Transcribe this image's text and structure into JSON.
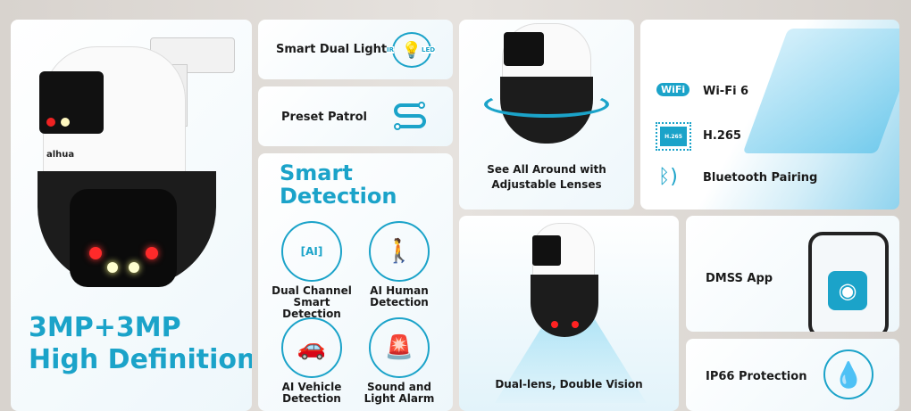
{
  "brand": "alhua",
  "hero": {
    "line1": "3MP+3MP",
    "line2": "High Definition"
  },
  "features": {
    "smart_dual_light": {
      "label": "Smart Dual Light",
      "ir": "IR",
      "led": "LED"
    },
    "preset_patrol": {
      "label": "Preset Patrol"
    },
    "smart_detection": {
      "title1": "Smart",
      "title2": "Detection",
      "items": [
        {
          "label1": "Dual Channel",
          "label2": "Smart Detection",
          "icon": "dual-channel-ai-icon"
        },
        {
          "label1": "AI Human",
          "label2": "Detection",
          "icon": "human-icon"
        },
        {
          "label1": "AI Vehicle",
          "label2": "Detection",
          "icon": "car-icon"
        },
        {
          "label1": "Sound and",
          "label2": "Light Alarm",
          "icon": "alarm-light-icon"
        }
      ]
    },
    "see_all_around": {
      "label1": "See All Around with",
      "label2": "Adjustable Lenses"
    },
    "connectivity": {
      "wifi_badge": "WiFi",
      "wifi": "Wi-Fi 6",
      "codec_chip": "H.265",
      "codec": "H.265",
      "bluetooth": "Bluetooth Pairing"
    },
    "dual_lens": {
      "label": "Dual-lens, Double Vision"
    },
    "dmss": {
      "label": "DMSS App"
    },
    "ip66": {
      "label": "IP66 Protection"
    }
  },
  "colors": {
    "accent": "#1ba3c9",
    "background": "#dcd7d2"
  }
}
